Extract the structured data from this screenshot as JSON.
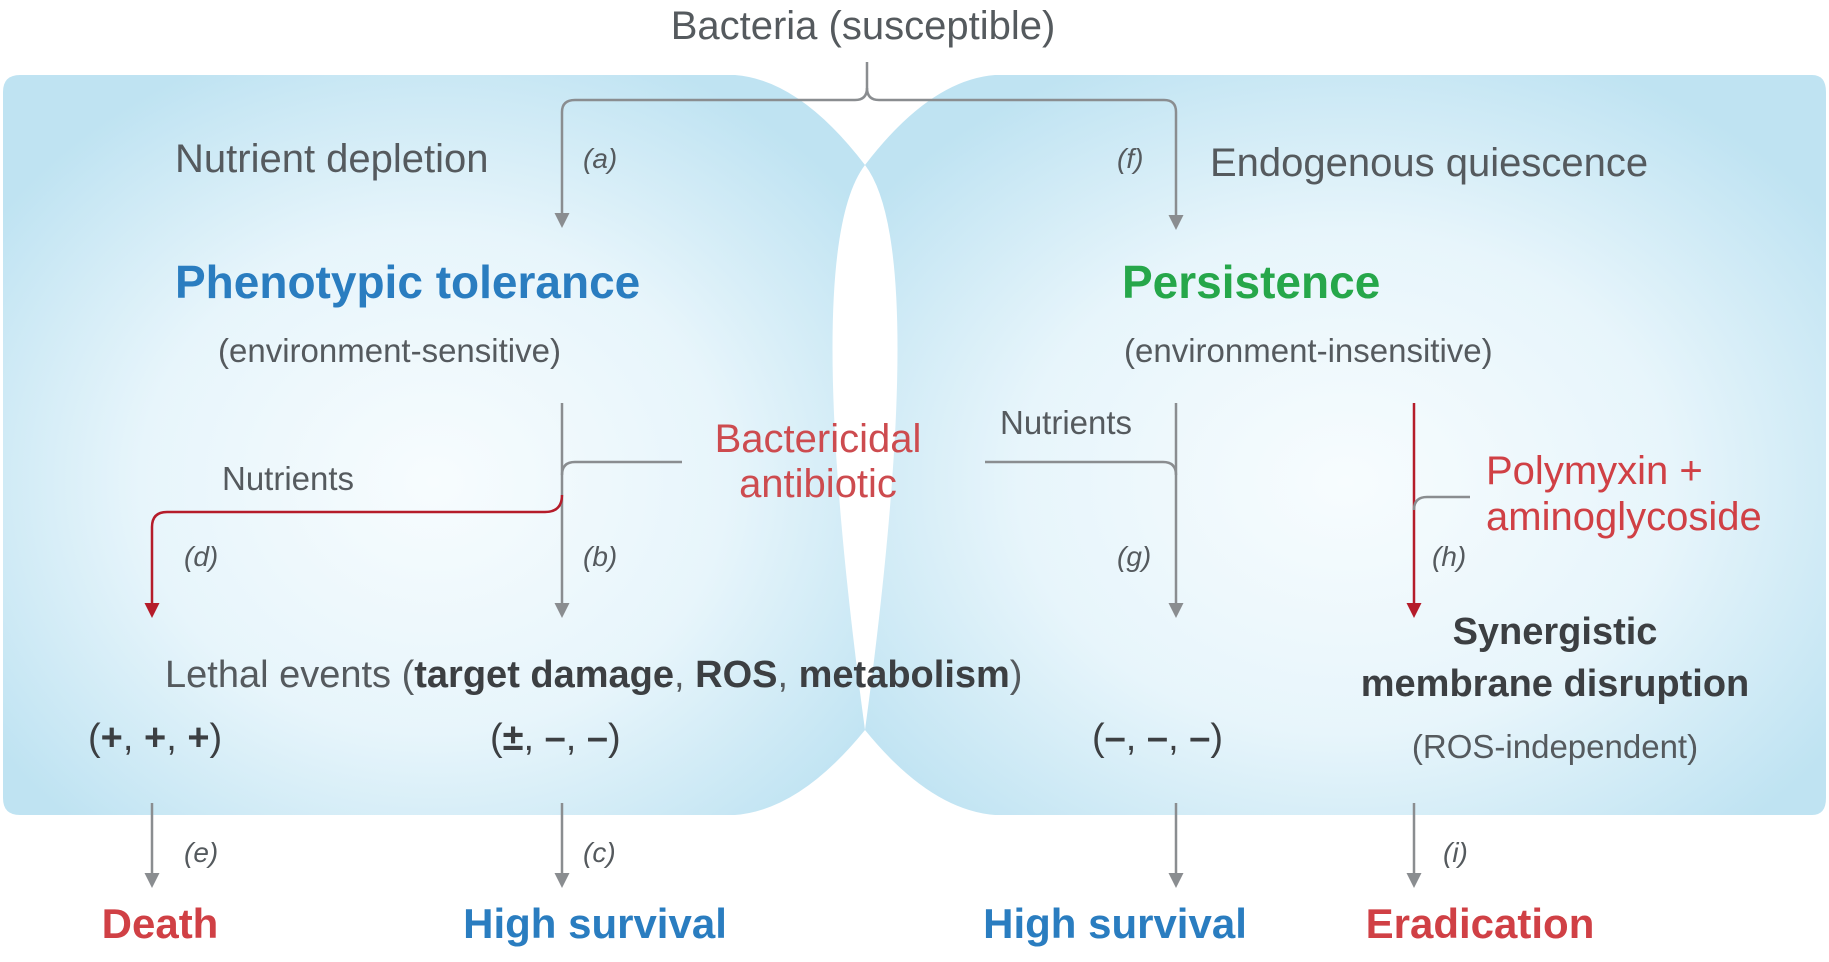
{
  "top": {
    "title": "Bacteria (susceptible)"
  },
  "left": {
    "trigger": "Nutrient depletion",
    "state": "Phenotypic tolerance",
    "state_note": "(environment-sensitive)",
    "nutrients": "Nutrients",
    "lethal_prefix": "Lethal events (",
    "lethal_1": "target damage",
    "lethal_2": "ROS",
    "lethal_3": "metabolism",
    "lethal_suffix": ")",
    "sym_death": [
      "+",
      "+",
      "+"
    ],
    "sym_survival": [
      "±",
      "–",
      "–"
    ],
    "outcome_death": "Death",
    "outcome_survival": "High survival"
  },
  "center": {
    "antibiotic_line1": "Bactericidal",
    "antibiotic_line2": "antibiotic"
  },
  "right": {
    "trigger": "Endogenous quiescence",
    "state": "Persistence",
    "state_note": "(environment-insensitive)",
    "nutrients": "Nutrients",
    "drug_line1": "Polymyxin +",
    "drug_line2": "aminoglycoside",
    "mech_line1": "Synergistic",
    "mech_line2": "membrane disruption",
    "mech_note": "(ROS-independent)",
    "sym_survival": [
      "–",
      "–",
      "–"
    ],
    "outcome_survival": "High survival",
    "outcome_eradication": "Eradication"
  },
  "labels": {
    "a": "(a)",
    "b": "(b)",
    "c": "(c)",
    "d": "(d)",
    "e": "(e)",
    "f": "(f)",
    "g": "(g)",
    "h": "(h)",
    "i": "(i)"
  },
  "colors": {
    "panel": "#c6e6f3",
    "panel_light": "#eef8fc",
    "arrow_gray": "#8a8d90",
    "arrow_red": "#b51c2a",
    "tolerance_blue": "#2a7dc0",
    "persistence_green": "#26a74a",
    "antibiotic_red": "#cd4b4f"
  }
}
